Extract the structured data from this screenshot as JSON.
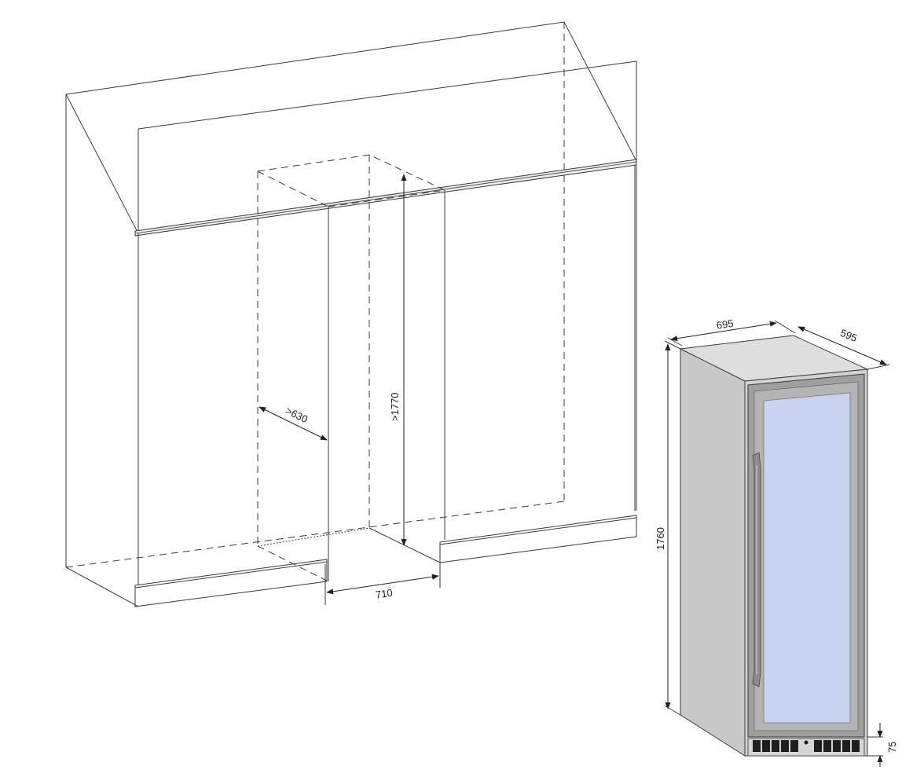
{
  "dimensions": {
    "niche_depth": ">630",
    "niche_height": ">1770",
    "niche_width": "710",
    "appliance_width": "695",
    "appliance_depth": "595",
    "appliance_height": "1760",
    "plinth_height": "75"
  },
  "colors": {
    "line": "#3a3a3a",
    "cabinet_body": "#d4d4d4",
    "cabinet_side": "#c6c6c6",
    "door_frame": "#9a9a9a",
    "glass": "#c9d3f0",
    "handle": "#8a8a8a",
    "vent": "#1e1e1e"
  }
}
